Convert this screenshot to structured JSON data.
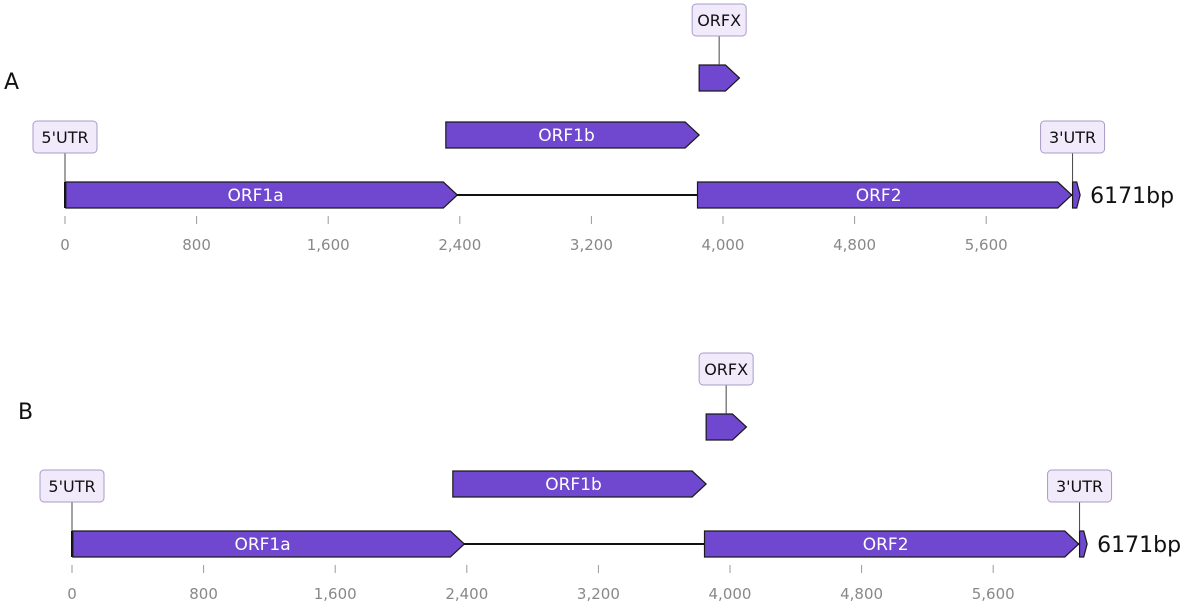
{
  "chart_data": {
    "type": "genome-map",
    "sequence_length": 6171,
    "length_label": "6171bp",
    "colors": {
      "feature_fill": "#7048D0",
      "feature_stroke": "#1a1a1a",
      "callout_fill": "#F1EAFB",
      "callout_stroke": "#A89BC8",
      "tick_text": "#888888"
    },
    "ticks": [
      {
        "value": 0,
        "label": "0"
      },
      {
        "value": 800,
        "label": "800"
      },
      {
        "value": 1600,
        "label": "1,600"
      },
      {
        "value": 2400,
        "label": "2,400"
      },
      {
        "value": 3200,
        "label": "3,200"
      },
      {
        "value": 4000,
        "label": "4,000"
      },
      {
        "value": 4800,
        "label": "4,800"
      },
      {
        "value": 5600,
        "label": "5,600"
      }
    ],
    "panels": [
      {
        "letter": "A",
        "features": [
          {
            "label": "ORF1a",
            "start": 5,
            "end": 2385,
            "track": 0
          },
          {
            "label": "ORF1b",
            "start": 2315,
            "end": 3855,
            "track": 1
          },
          {
            "label": "ORF2",
            "start": 3845,
            "end": 6120,
            "track": 0
          },
          {
            "label": "",
            "start": 6125,
            "end": 6171,
            "track": 0
          },
          {
            "label": "",
            "start": 3855,
            "end": 4100,
            "track": 2,
            "callout": "ORFX"
          }
        ],
        "sites": [
          {
            "label": "5'UTR",
            "position": 0
          },
          {
            "label": "3'UTR",
            "position": 6125
          }
        ]
      },
      {
        "letter": "B",
        "features": [
          {
            "label": "ORF1a",
            "start": 5,
            "end": 2385,
            "track": 0
          },
          {
            "label": "ORF1b",
            "start": 2315,
            "end": 3855,
            "track": 1
          },
          {
            "label": "ORF2",
            "start": 3845,
            "end": 6120,
            "track": 0
          },
          {
            "label": "",
            "start": 6125,
            "end": 6171,
            "track": 0
          },
          {
            "label": "",
            "start": 3855,
            "end": 4100,
            "track": 2,
            "callout": "ORFX"
          }
        ],
        "sites": [
          {
            "label": "5'UTR",
            "position": 0
          },
          {
            "label": "3'UTR",
            "position": 6125
          }
        ]
      }
    ]
  }
}
